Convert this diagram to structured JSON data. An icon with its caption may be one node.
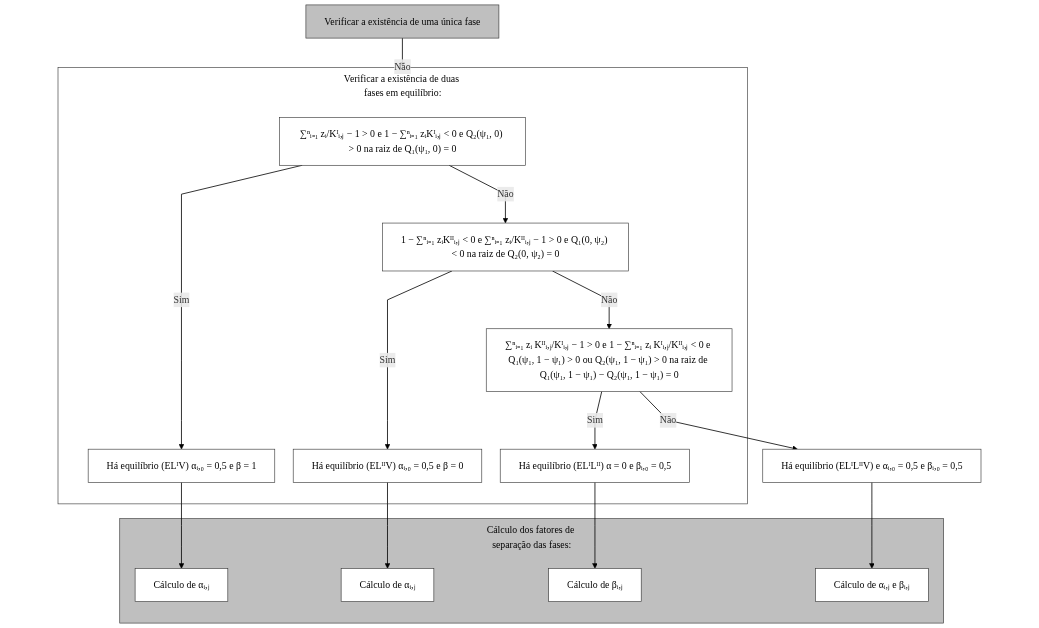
{
  "diagram": {
    "nodes": [
      {
        "text": [
          "Verificar a existência de uma única fase"
        ]
      },
      {
        "text": [
          "Verificar a existência de duas fases em equilíbrio:"
        ]
      },
      {
        "text": [
          "∑ⁿᵢ₌₁ zᵢ/Kᴵᵢ,ⱼ − 1 > 0 e 1 − ∑ⁿᵢ₌₁ zᵢKᴵᵢ,ⱼ < 0 e Q₂(ψ₁, 0) > 0 na raiz de Q₁(ψ₁, 0) = 0"
        ],
        "in": 1
      },
      {
        "text": [
          "Há equilíbrio (ELᴵV) αᵢ,₀ = 0,5 e β = 1"
        ],
        "in": 1
      },
      {
        "text": [
          "1 − ∑ⁿᵢ₌₁ zᵢKᴵᴵᵢ,ⱼ < 0 e ∑ⁿᵢ₌₁ zᵢ/Kᴵᴵᵢ,ⱼ − 1 > 0 e Q₁(0, ψ₂) < 0 na raiz de Q₂(0, ψ₂) = 0"
        ],
        "in": 1
      },
      {
        "text": [
          "Há equilíbrio (ELᴵᴵV) αᵢ,₀ = 0,5 e β = 0"
        ],
        "in": 1
      },
      {
        "text": [
          "∑ⁿᵢ₌₁ zᵢ Kᴵᴵᵢ,ⱼ/Kᴵᵢ,ⱼ − 1 > 0 e 1 − ∑ⁿᵢ₌₁ zᵢ Kᴵᵢ,ⱼ/Kᴵᴵᵢ,ⱼ < 0 e Q₁(ψ₁, 1 − ψ₁) > 0 ou Q₂(ψ₁, 1 − ψ₁) > 0 na raiz de Q₁(ψ₁, 1 − ψ₁) − Q₂(ψ₁, 1 − ψ₁) = 0"
        ],
        "in": 1
      },
      {
        "text": [
          "Há equilíbrio (ELᴵLᴵᴵ) α = 0 e βᵢ,₀ = 0,5"
        ],
        "in": 1
      },
      {
        "text": [
          "Há equilíbrio (ELᴵLᴵᴵV) e αᵢ,₀ = 0,5 e βᵢ,₀ = 0,5"
        ]
      },
      {
        "text": [
          "Cálculo dos fatores de separação das fases:"
        ]
      },
      {
        "text": [
          "Cálculo de αᵢ,ⱼ"
        ],
        "in": 9
      },
      {
        "text": [
          "Cálculo de αᵢ,ⱼ"
        ],
        "in": 9
      },
      {
        "text": [
          "Cálculo de βᵢ,ⱼ"
        ],
        "in": 9
      },
      {
        "text": [
          "Cálculo de αᵢ,ⱼ e βᵢ,ⱼ"
        ],
        "in": 9
      }
    ],
    "edges": [
      {
        "from": 0,
        "to": 1,
        "arrow": "to",
        "label": "Não"
      },
      {
        "from": 2,
        "to": 3,
        "arrow": "to",
        "label": "Sim"
      },
      {
        "from": 2,
        "to": 4,
        "arrow": "to",
        "label": "Não"
      },
      {
        "from": 4,
        "to": 5,
        "arrow": "to",
        "label": "Sim"
      },
      {
        "from": 4,
        "to": 6,
        "arrow": "to",
        "label": "Não"
      },
      {
        "from": 6,
        "to": 7,
        "arrow": "to",
        "label": "Sim"
      },
      {
        "from": 6,
        "to": 8,
        "arrow": "to",
        "label": "Não"
      },
      {
        "from": 3,
        "to": 10,
        "arrow": "to"
      },
      {
        "from": 5,
        "to": 11,
        "arrow": "to"
      },
      {
        "from": 7,
        "to": 12,
        "arrow": "to"
      },
      {
        "from": 8,
        "to": 13,
        "arrow": "to"
      }
    ]
  }
}
